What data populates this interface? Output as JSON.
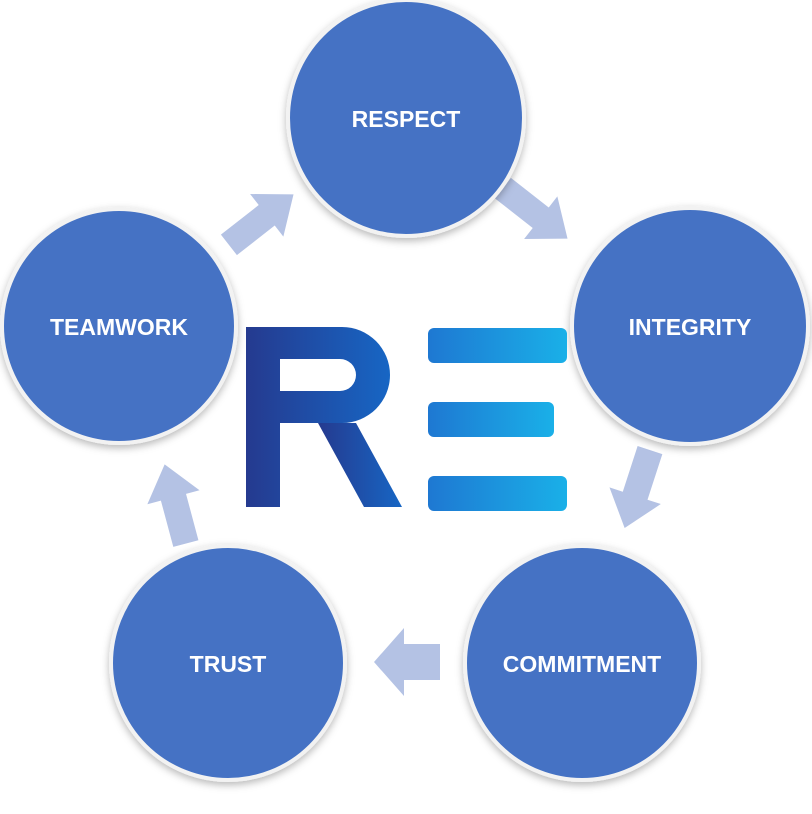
{
  "diagram": {
    "nodes": [
      {
        "id": "respect",
        "label": "RESPECT"
      },
      {
        "id": "integrity",
        "label": "INTEGRITY"
      },
      {
        "id": "commitment",
        "label": "COMMITMENT"
      },
      {
        "id": "trust",
        "label": "TRUST"
      },
      {
        "id": "teamwork",
        "label": "TEAMWORK"
      }
    ],
    "cycle_order": [
      "respect",
      "integrity",
      "commitment",
      "trust",
      "teamwork"
    ],
    "center_logo": "RE",
    "colors": {
      "circle_fill": "#4472c4",
      "circle_stroke": "#f2f2f2",
      "arrow": "#b4c2e4",
      "logo_r_dark": "#253a8f",
      "logo_r_light": "#1766c4",
      "logo_e_blue": "#1e78d2",
      "logo_e_cyan": "#1ab0e8",
      "label": "#ffffff"
    }
  }
}
